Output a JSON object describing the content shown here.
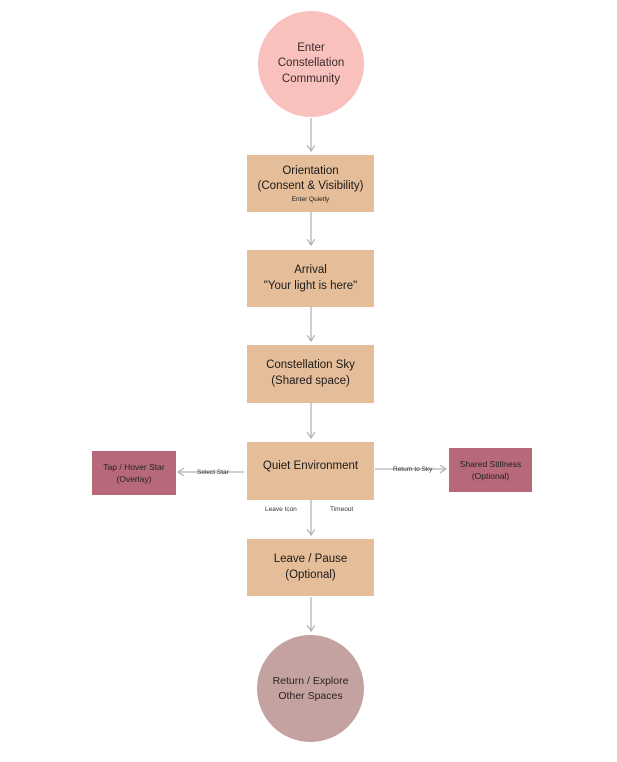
{
  "nodes": {
    "start": {
      "lines": [
        "Enter",
        "Constellation",
        "Community"
      ],
      "color": "#f8c1bd"
    },
    "orientation": {
      "lines": [
        "Orientation",
        "(Consent & Visibility)"
      ],
      "sub": "Enter Quietly",
      "color": "#e5bd98"
    },
    "arrival": {
      "lines": [
        "Arrival",
        "\"Your light is here\""
      ],
      "color": "#e5bd98"
    },
    "sky": {
      "lines": [
        "Constellation Sky",
        "(Shared space)"
      ],
      "color": "#e5bd98"
    },
    "quiet": {
      "lines": [
        "Quiet Environment"
      ],
      "color": "#e5bd98"
    },
    "tap_star": {
      "lines": [
        "Tap / Hover Star",
        "(Overlay)"
      ],
      "color": "#b7697a"
    },
    "stillness": {
      "lines": [
        "Shared Stillness",
        "(Optional)"
      ],
      "color": "#b7697a"
    },
    "leave": {
      "lines": [
        "Leave / Pause",
        "(Optional)"
      ],
      "color": "#e5bd98"
    },
    "end": {
      "lines": [
        "Return / Explore",
        "Other Spaces"
      ],
      "color": "#c4a2a0"
    }
  },
  "edge_labels": {
    "select_star": "Select Star",
    "return_to_sky": "Return to Sky",
    "leave_icon": "Leave Icon",
    "timeout": "Timeout"
  },
  "arrow_color": "#b3b3b3"
}
